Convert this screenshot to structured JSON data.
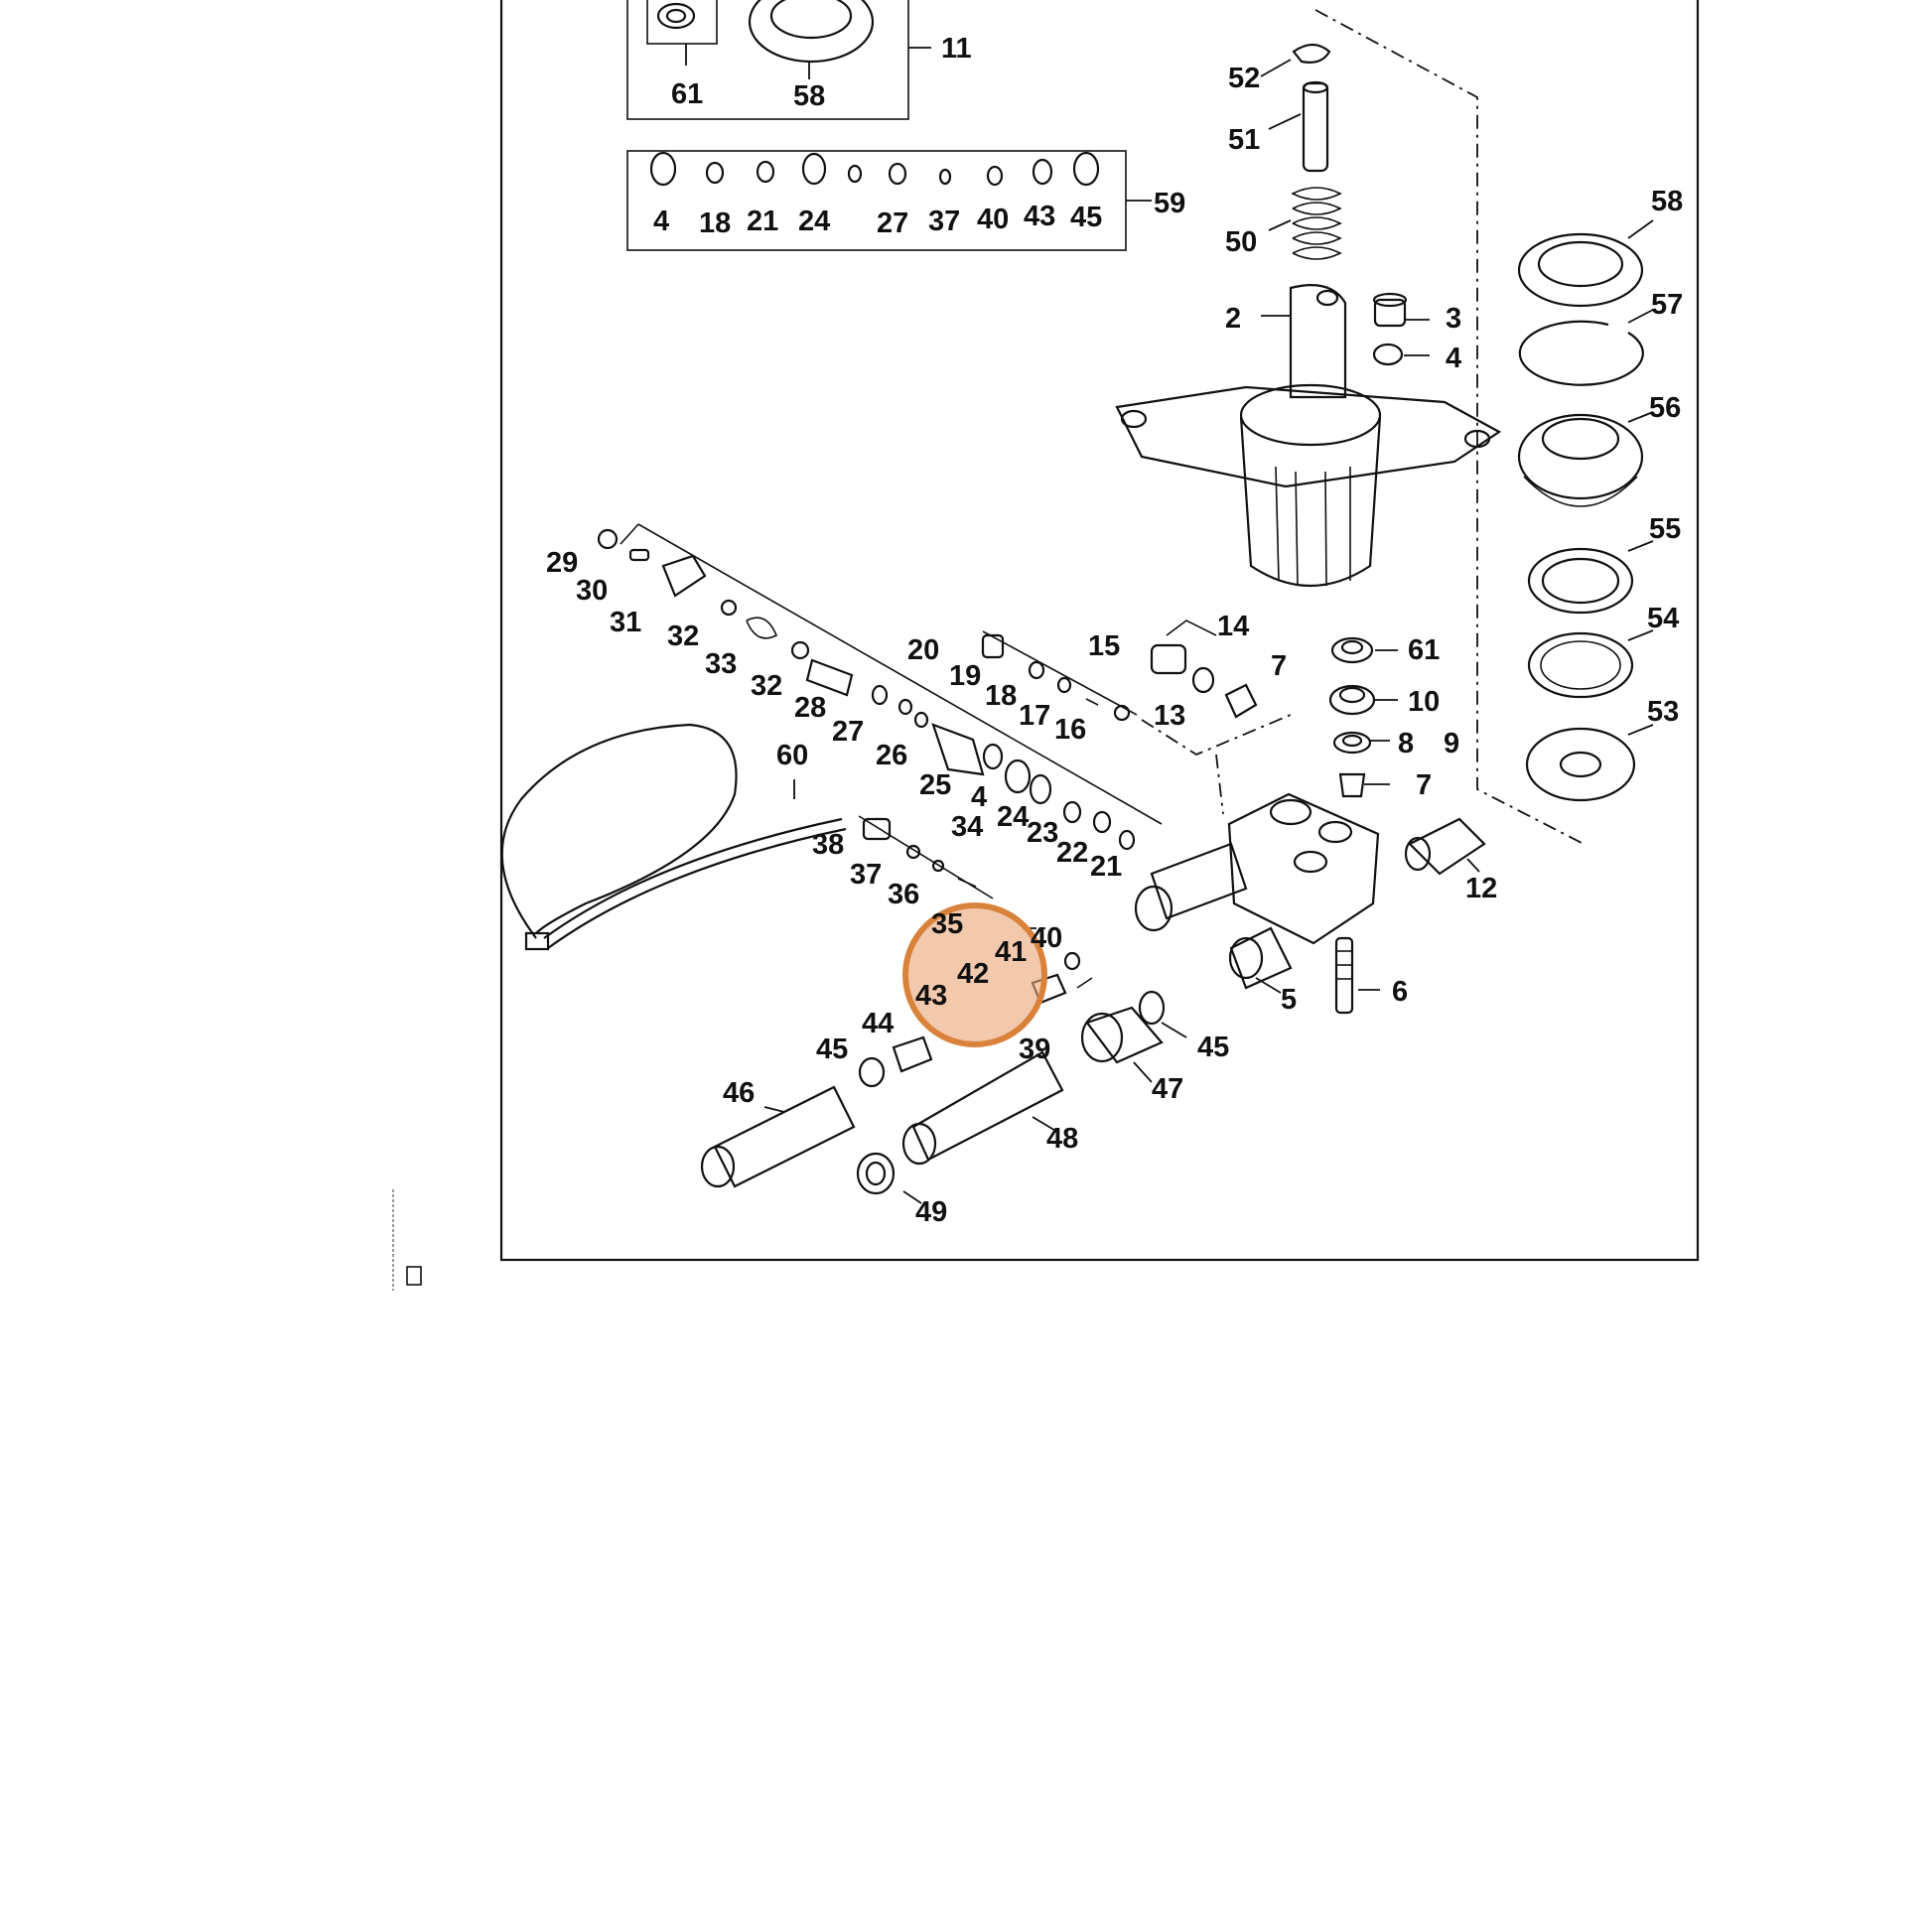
{
  "diagram": {
    "highlight_color": "#d9823b",
    "highlight_fill": "#e9a574",
    "highlight_opacity": 0.6,
    "highlighted_part": "42",
    "callouts": [
      {
        "id": "c11",
        "text": "11"
      },
      {
        "id": "c61a",
        "text": "61"
      },
      {
        "id": "c58a",
        "text": "58"
      },
      {
        "id": "c4a",
        "text": "4"
      },
      {
        "id": "c18a",
        "text": "18"
      },
      {
        "id": "c21a",
        "text": "21"
      },
      {
        "id": "c24a",
        "text": "24"
      },
      {
        "id": "c27a",
        "text": "27"
      },
      {
        "id": "c37a",
        "text": "37"
      },
      {
        "id": "c40a",
        "text": "40"
      },
      {
        "id": "c43a",
        "text": "43"
      },
      {
        "id": "c45a",
        "text": "45"
      },
      {
        "id": "c59",
        "text": "59"
      },
      {
        "id": "c52",
        "text": "52"
      },
      {
        "id": "c51",
        "text": "51"
      },
      {
        "id": "c50",
        "text": "50"
      },
      {
        "id": "c2",
        "text": "2"
      },
      {
        "id": "c3",
        "text": "3"
      },
      {
        "id": "c4b",
        "text": "4"
      },
      {
        "id": "c58b",
        "text": "58"
      },
      {
        "id": "c57",
        "text": "57"
      },
      {
        "id": "c56",
        "text": "56"
      },
      {
        "id": "c55",
        "text": "55"
      },
      {
        "id": "c54",
        "text": "54"
      },
      {
        "id": "c53",
        "text": "53"
      },
      {
        "id": "c29",
        "text": "29"
      },
      {
        "id": "c30",
        "text": "30"
      },
      {
        "id": "c31",
        "text": "31"
      },
      {
        "id": "c32a",
        "text": "32"
      },
      {
        "id": "c33",
        "text": "33"
      },
      {
        "id": "c32b",
        "text": "32"
      },
      {
        "id": "c28",
        "text": "28"
      },
      {
        "id": "c20",
        "text": "20"
      },
      {
        "id": "c27b",
        "text": "27"
      },
      {
        "id": "c26",
        "text": "26"
      },
      {
        "id": "c25",
        "text": "25"
      },
      {
        "id": "c4c",
        "text": "4"
      },
      {
        "id": "c34",
        "text": "34"
      },
      {
        "id": "c24b",
        "text": "24"
      },
      {
        "id": "c23",
        "text": "23"
      },
      {
        "id": "c22",
        "text": "22"
      },
      {
        "id": "c21b",
        "text": "21"
      },
      {
        "id": "c19",
        "text": "19"
      },
      {
        "id": "c18b",
        "text": "18"
      },
      {
        "id": "c17",
        "text": "17"
      },
      {
        "id": "c16",
        "text": "16"
      },
      {
        "id": "c15",
        "text": "15"
      },
      {
        "id": "c14",
        "text": "14"
      },
      {
        "id": "c13",
        "text": "13"
      },
      {
        "id": "c7a",
        "text": "7"
      },
      {
        "id": "c61b",
        "text": "61"
      },
      {
        "id": "c10",
        "text": "10"
      },
      {
        "id": "c8",
        "text": "8"
      },
      {
        "id": "c9",
        "text": "9"
      },
      {
        "id": "c7b",
        "text": "7"
      },
      {
        "id": "c12",
        "text": "12"
      },
      {
        "id": "c60",
        "text": "60"
      },
      {
        "id": "c38",
        "text": "38"
      },
      {
        "id": "c37b",
        "text": "37"
      },
      {
        "id": "c36",
        "text": "36"
      },
      {
        "id": "c35",
        "text": "35"
      },
      {
        "id": "c40b",
        "text": "40"
      },
      {
        "id": "c41",
        "text": "41"
      },
      {
        "id": "c42",
        "text": "42"
      },
      {
        "id": "c43b",
        "text": "43"
      },
      {
        "id": "c44",
        "text": "44"
      },
      {
        "id": "c45b",
        "text": "45"
      },
      {
        "id": "c39",
        "text": "39"
      },
      {
        "id": "c45c",
        "text": "45"
      },
      {
        "id": "c47",
        "text": "47"
      },
      {
        "id": "c46",
        "text": "46"
      },
      {
        "id": "c48",
        "text": "48"
      },
      {
        "id": "c49",
        "text": "49"
      },
      {
        "id": "c5",
        "text": "5"
      },
      {
        "id": "c6",
        "text": "6"
      }
    ]
  }
}
